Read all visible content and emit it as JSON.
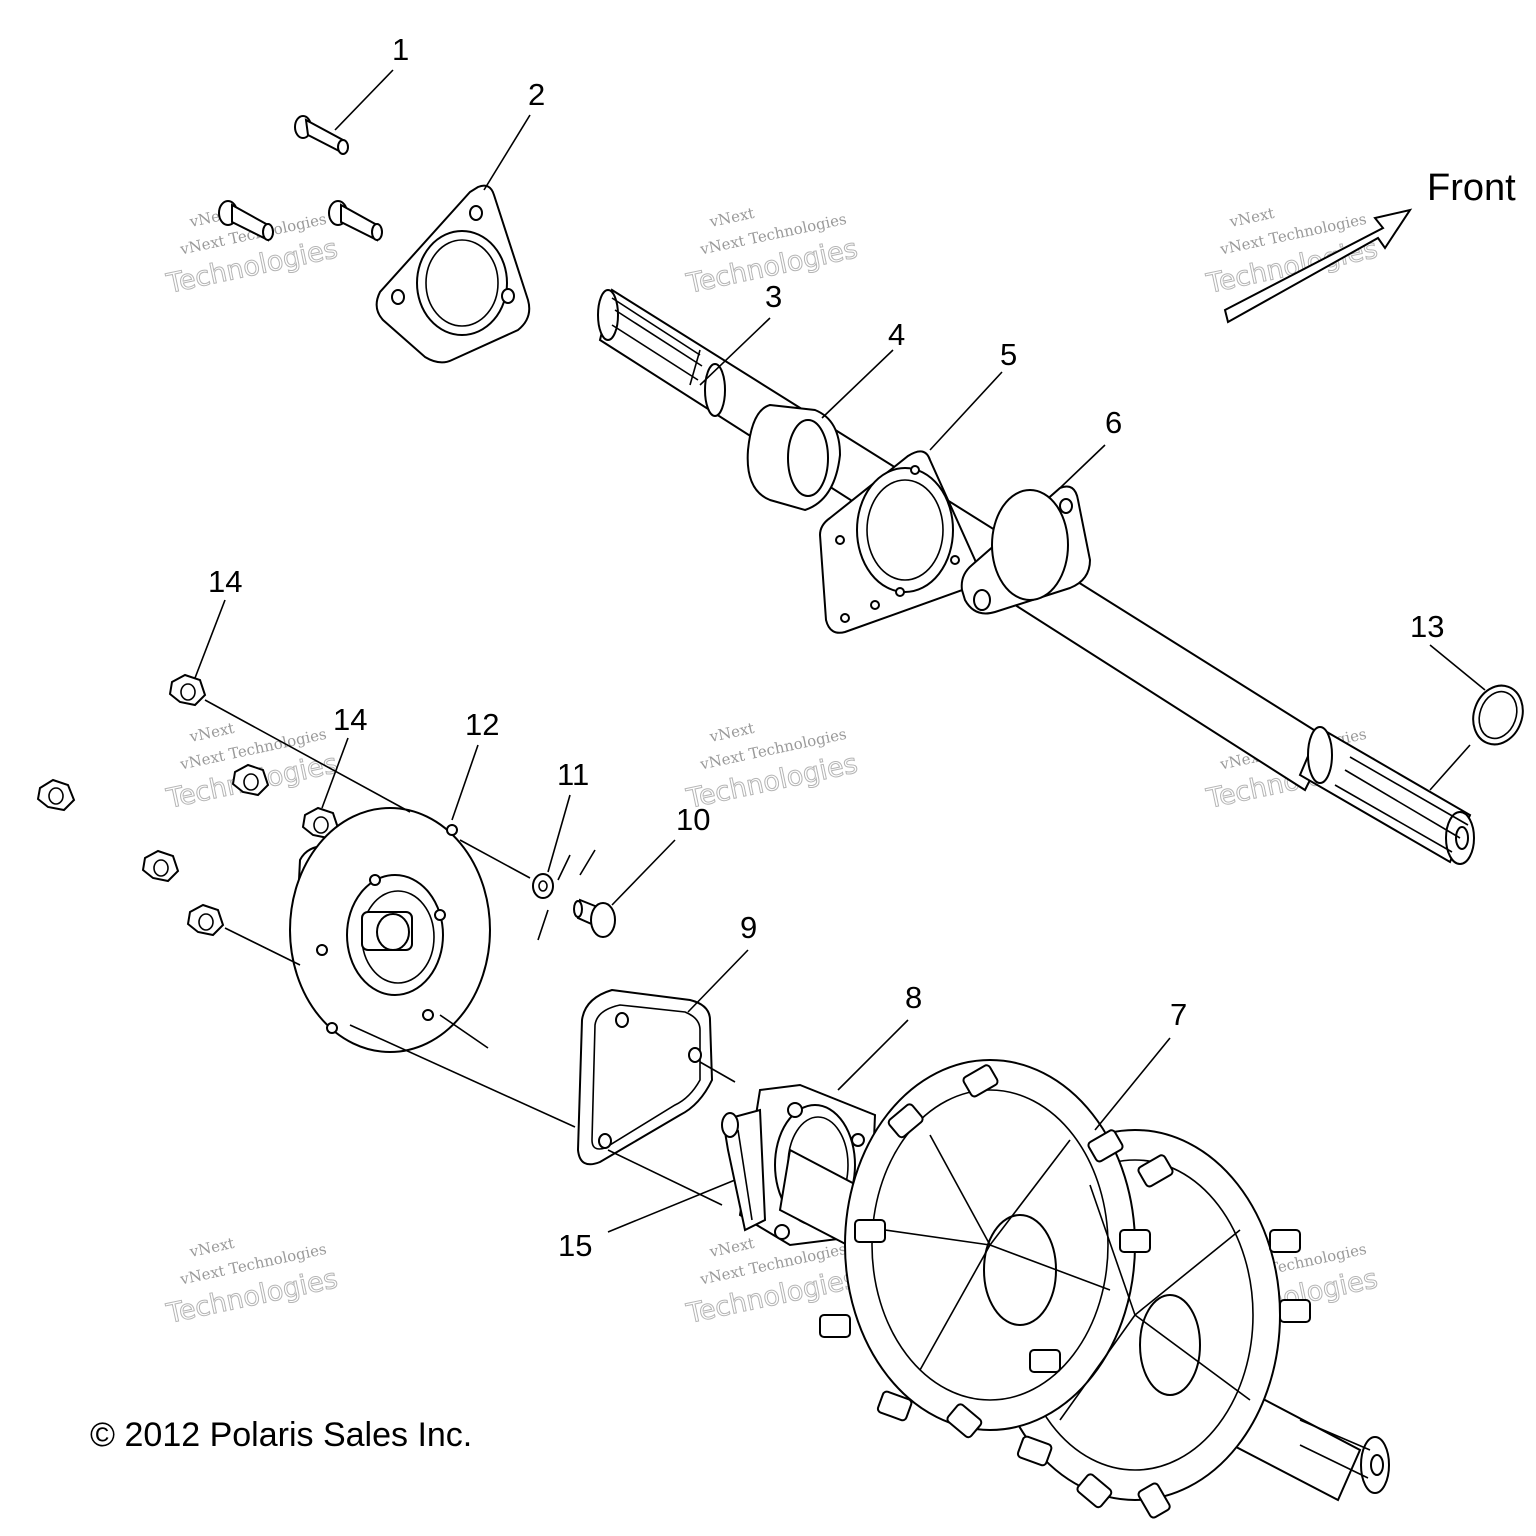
{
  "front_label": "Front",
  "copyright": "© 2012 Polaris Sales Inc.",
  "watermark": {
    "line1": "vNext Technologies",
    "line2": "Technologies",
    "line3": "vNext"
  },
  "callouts": [
    "1",
    "2",
    "3",
    "4",
    "5",
    "6",
    "7",
    "8",
    "9",
    "10",
    "11",
    "12",
    "13",
    "14",
    "14",
    "15"
  ],
  "icons": [
    "front-arrow-icon"
  ]
}
